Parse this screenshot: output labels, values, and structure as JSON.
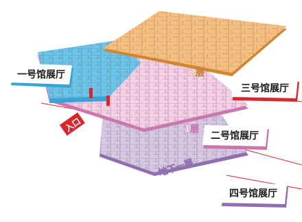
{
  "halls": {
    "hall1": "一号馆展厅",
    "hall2": "二号馆展厅",
    "hall3": "三号馆展厅",
    "hall4": "四号馆展厅"
  },
  "floors": {
    "f2": "2层",
    "f1": "1层",
    "b1": "地下一层"
  },
  "entrance": "入口",
  "colors": {
    "hall1_blue": "#7ccfee",
    "hall2_pink": "#f2a9d4",
    "hall3_orange": "#f3a762",
    "hall4_purple": "#b79acb",
    "accent_red": "#d7282f",
    "label_bg": "#ffffff"
  }
}
